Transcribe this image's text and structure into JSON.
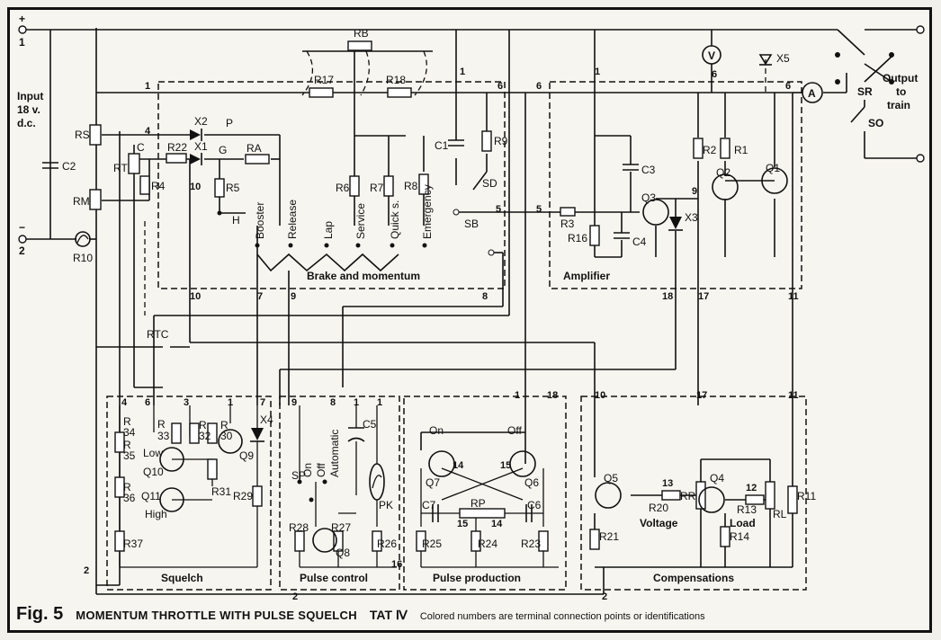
{
  "caption": {
    "figure": "Fig. 5",
    "title": "MOMENTUM THROTTLE WITH PULSE SQUELCH",
    "model": "TAT Ⅳ",
    "note": "Colored numbers are terminal connection points or identifications"
  },
  "blocks": {
    "brake": "Brake and momentum",
    "amplifier": "Amplifier",
    "squelch": "Squelch",
    "pulse_control": "Pulse control",
    "pulse_production": "Pulse production",
    "compensations": "Compensations"
  },
  "io": {
    "input_line1": "Input",
    "input_line2": "18 v.",
    "input_line3": "d.c.",
    "output_line1": "Output",
    "output_line2": "to",
    "output_line3": "train",
    "plus": "+",
    "minus": "−",
    "t1": "1",
    "t2": "2"
  },
  "brake_positions": [
    "Booster",
    "Release",
    "Lap",
    "Service",
    "Quick s.",
    "Emergency"
  ],
  "labels": {
    "RB": "RB",
    "R17": "R17",
    "R18": "R18",
    "R9": "R9",
    "C1": "C1",
    "SD": "SD",
    "SB": "SB",
    "X2": "X2",
    "X1": "X1",
    "P": "P",
    "G": "G",
    "H": "H",
    "C": "C",
    "RA": "RA",
    "R22": "R22",
    "R4": "R4",
    "R5": "R5",
    "R6": "R6",
    "R7": "R7",
    "R8": "R8",
    "RS": "RS",
    "RT": "RT",
    "RM": "RM",
    "C2": "C2",
    "R10": "R10",
    "RTC": "RTC",
    "V": "V",
    "A": "A",
    "X5": "X5",
    "SR": "SR",
    "SO": "SO",
    "R1": "R1",
    "R2": "R2",
    "R3": "R3",
    "C3": "C3",
    "C4": "C4",
    "R16": "R16",
    "Q1": "Q1",
    "Q2": "Q2",
    "Q3": "Q3",
    "X3": "X3",
    "R34": "R",
    "R34b": "34",
    "R35": "R",
    "R35b": "35",
    "R33": "R",
    "R33b": "33",
    "R32": "R",
    "R32b": "32",
    "R30": "R",
    "R30b": "30",
    "R31": "R31",
    "R36": "R",
    "R36b": "36",
    "R37": "R37",
    "R29": "R29",
    "Q9": "Q9",
    "Q10": "Q10",
    "Q11": "Q11",
    "X4": "X4",
    "Low": "Low",
    "High": "High",
    "C5": "C5",
    "PK": "PK",
    "On": "On",
    "Off": "Off",
    "Automatic": "Automatic",
    "SP": "SP",
    "R28": "R28",
    "R27": "R27",
    "R26": "R26",
    "Q8": "Q8",
    "On2": "On",
    "Off2": "Off",
    "Q7": "Q7",
    "Q6": "Q6",
    "C7": "C7",
    "C6": "C6",
    "RP": "RP",
    "R25": "R25",
    "R24": "R24",
    "R23": "R23",
    "n14": "14",
    "n15": "15",
    "n15b": "15",
    "n14b": "14",
    "Q5": "Q5",
    "Q4": "Q4",
    "R20": "R20",
    "R13": "R13",
    "RR": "RR",
    "RL": "RL",
    "R11": "R11",
    "R21": "R21",
    "R14": "R14",
    "Voltage": "Voltage",
    "Load": "Load"
  },
  "terminals": {
    "n1a": "1",
    "n6a": "6",
    "n6b": "6",
    "n6c": "6",
    "n4": "4",
    "n1b": "1",
    "n1c": "1",
    "n10": "10",
    "n5a": "5",
    "n5b": "5",
    "n7": "7",
    "n9": "9",
    "n8": "8",
    "n10b": "10",
    "n9b": "9",
    "n18": "18",
    "n17": "17",
    "n11": "11",
    "s4": "4",
    "s6": "6",
    "s3": "3",
    "s1": "1",
    "s7": "7",
    "s2": "2",
    "p9": "9",
    "p8": "8",
    "p1": "1",
    "p1b": "1",
    "p2": "2",
    "g1": "1",
    "g18": "18",
    "g16": "16",
    "c10": "10",
    "c17": "17",
    "c11": "11",
    "c13": "13",
    "c12": "12",
    "c2": "2"
  }
}
